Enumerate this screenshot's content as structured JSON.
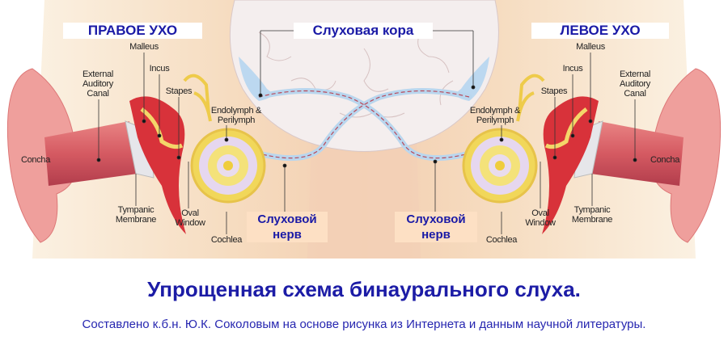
{
  "diagram": {
    "right_ear_title": "ПРАВОЕ УХО",
    "left_ear_title": "ЛЕВОЕ УХО",
    "cortex_label": "Слуховая кора",
    "nerve_label_right": "Слуховой\nнерв",
    "nerve_label_left": "Слуховой\nнерв",
    "right_labels": {
      "malleus": "Malleus",
      "incus": "Incus",
      "canal": "External\nAuditory\nCanal",
      "stapes": "Stapes",
      "endolymph": "Endolymph &\nPerilymph",
      "concha": "Concha",
      "tympanic": "Tympanic\nMembrane",
      "oval": "Oval\nWindow",
      "cochlea": "Cochlea"
    },
    "left_labels": {
      "malleus": "Malleus",
      "incus": "Incus",
      "canal": "External\nAuditory\nCanal",
      "stapes": "Stapes",
      "endolymph": "Endolymph &\nPerilymph",
      "concha": "Concha",
      "tympanic": "Tympanic\nMembrane",
      "oval": "Oval\nWindow",
      "cochlea": "Cochlea"
    }
  },
  "caption": {
    "title": "Упрощенная схема бинаурального слуха.",
    "subtitle": "Составлено к.б.н. Ю.К. Соколовым на основе рисунка из Интернета и данным научной литературы."
  },
  "colors": {
    "label_blue": "#1a1aa6",
    "ear_red": "#d8323a",
    "cochlea_yellow": "#f1d75a",
    "nerve_blue": "#b9d6ee"
  }
}
